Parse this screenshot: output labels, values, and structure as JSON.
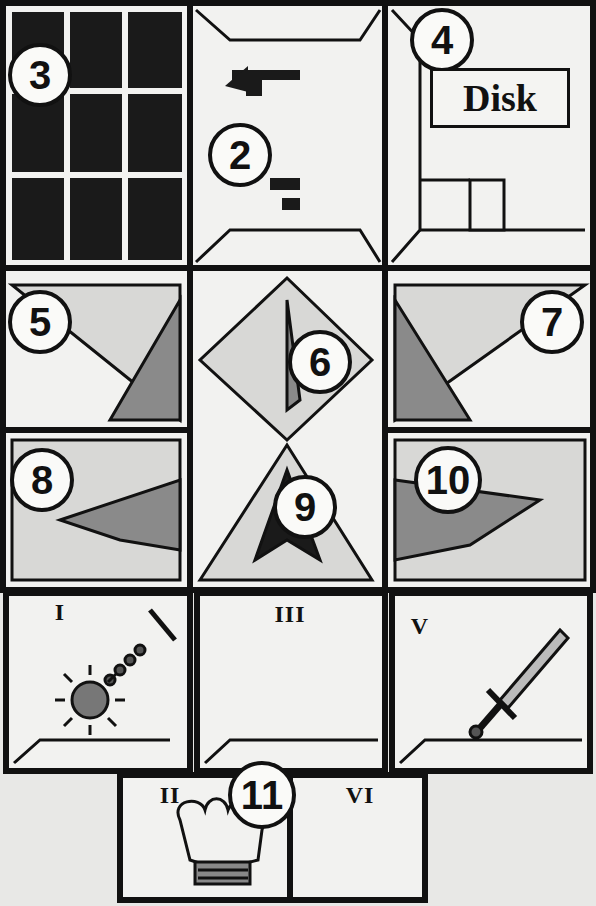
{
  "diagram": {
    "nodes": [
      {
        "text": [
          "Disk"
        ]
      }
    ],
    "labels": [
      "3",
      "2",
      "4",
      "5",
      "6",
      "7",
      "8",
      "9",
      "10",
      "I",
      "III",
      "V",
      "11",
      "II",
      "VI"
    ]
  }
}
